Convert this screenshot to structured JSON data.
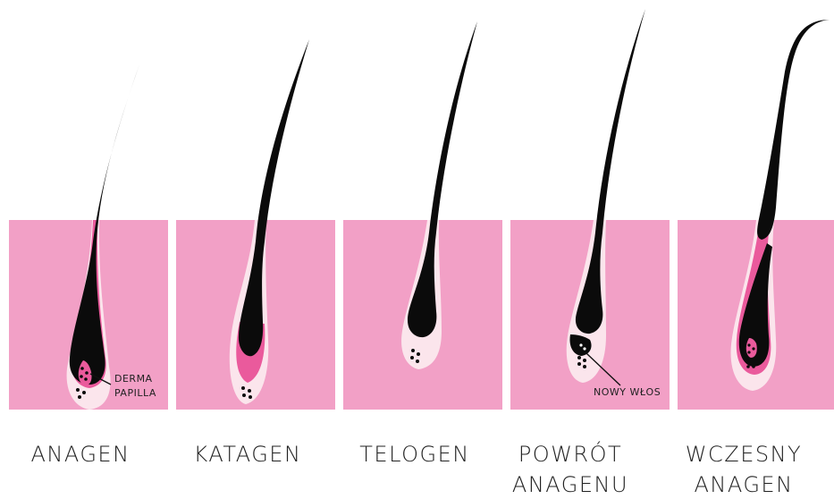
{
  "stages": [
    {
      "label": "ANAGEN"
    },
    {
      "label": "KATAGEN"
    },
    {
      "label": "TELOGEN"
    },
    {
      "label": "POWRÓT ANAGENU"
    },
    {
      "label": "WCZESNY ANAGEN"
    }
  ],
  "callouts": {
    "derma_papilla": "DERMA PAPILLA",
    "nowy_wlos": "NOWY WŁOS"
  },
  "colors": {
    "skin": "#f2a0c6",
    "sheath": "#fbe5ec",
    "bulb": "#ea5a9c",
    "hair": "#0b0b0b"
  }
}
